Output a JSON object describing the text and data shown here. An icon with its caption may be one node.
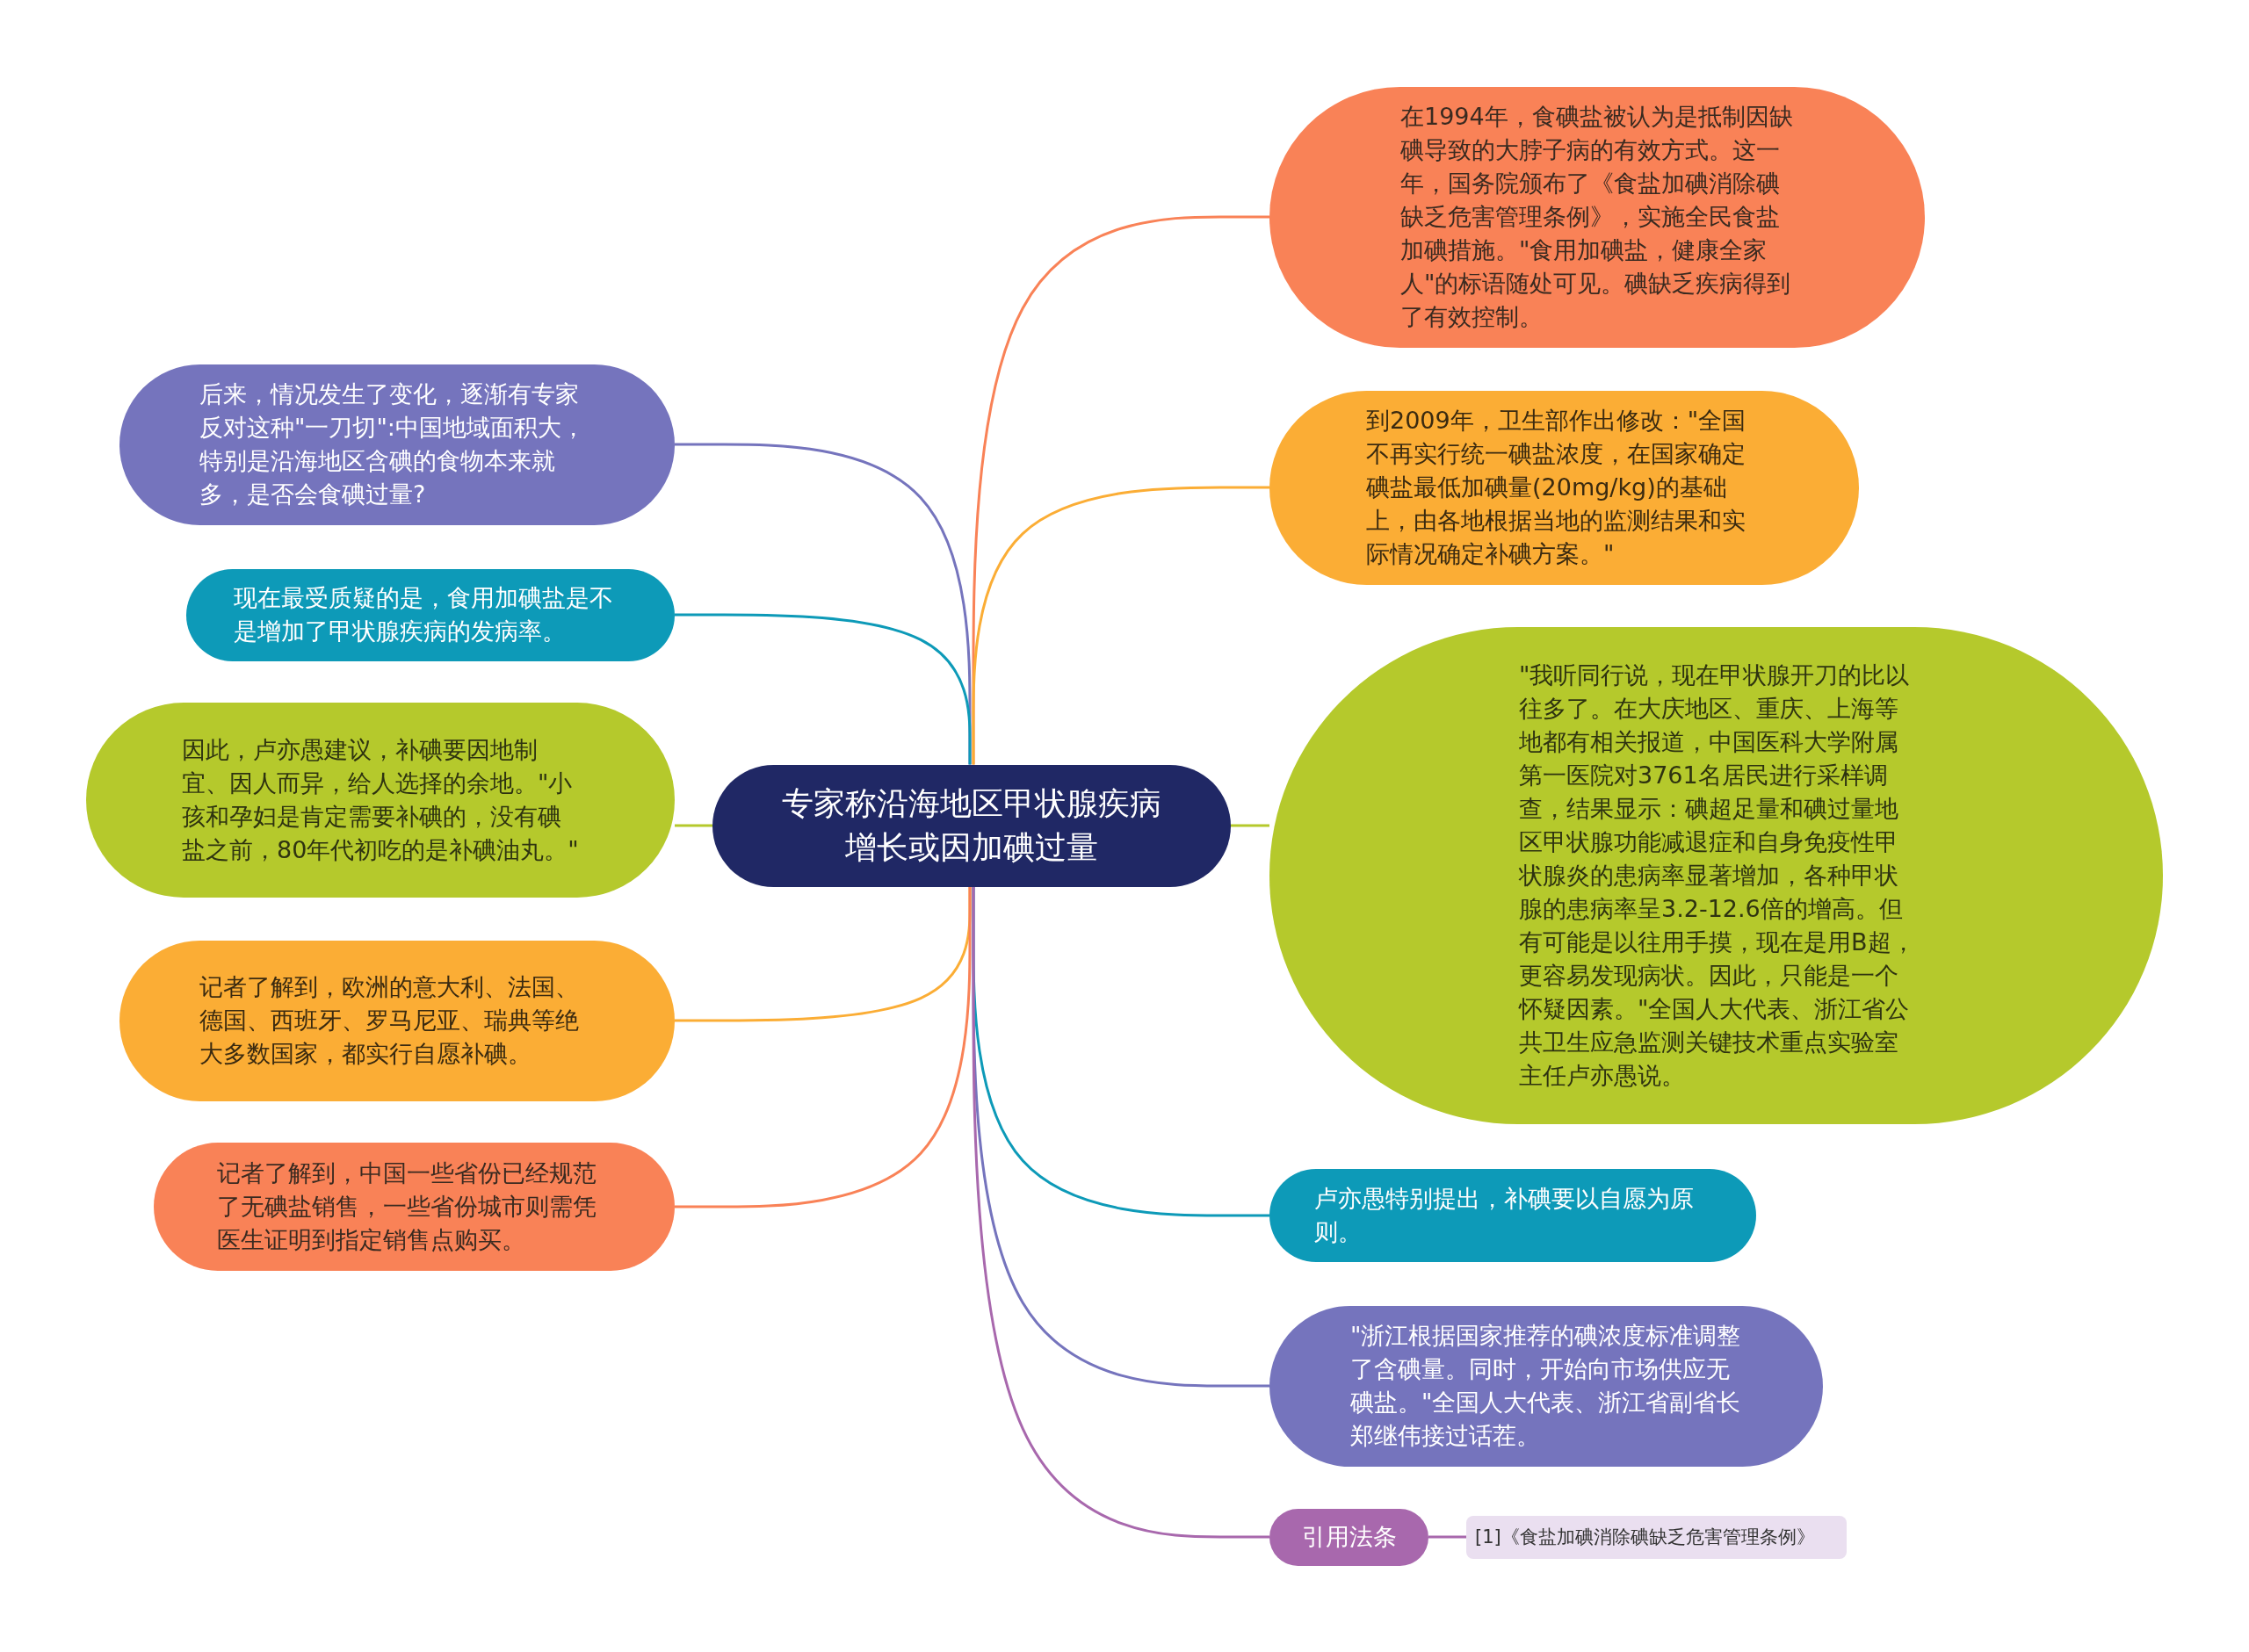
{
  "diagram": {
    "nodes": [
      {
        "text": [
          "专家称沿海地区甲状腺疾病增长或因加碘过量"
        ]
      },
      {
        "text": [
          "在1994年，食碘盐被认为是抵制因缺碘导致的大脖子病的有效方式。这一年，国务院颁布了《食盐加碘消除碘缺乏危害管理条例》，实施全民食盐加碘措施。\"食用加碘盐，健康全家人\"的标语随处可见。碘缺乏疾病得到了有效控制。"
        ]
      },
      {
        "text": [
          "到2009年，卫生部作出修改：\"全国不再实行统一碘盐浓度，在国家确定碘盐最低加碘量(20mg/kg)的基础上，由各地根据当地的监测结果和实际情况确定补碘方案。\""
        ]
      },
      {
        "text": [
          "\"我听同行说，现在甲状腺开刀的比以往多了。在大庆地区、重庆、上海等地都有相关报道，中国医科大学附属第一医院对3761名居民进行采样调查，结果显示：碘超足量和碘过量地区甲状腺功能减退症和自身免疫性甲状腺炎的患病率显著增加，各种甲状腺的患病率呈3.2-12.6倍的增高。但有可能是以往用手摸，现在是用B超，更容易发现病状。因此，只能是一个怀疑因素。\"全国人大代表、浙江省公共卫生应急监测关键技术重点实验室主任卢亦愚说。"
        ]
      },
      {
        "text": [
          "卢亦愚特别提出，补碘要以自愿为原则。"
        ]
      },
      {
        "text": [
          "\"浙江根据国家推荐的碘浓度标准调整了含碘量。同时，开始向市场供应无碘盐。\"全国人大代表、浙江省副省长郑继伟接过话茬。"
        ]
      },
      {
        "text": [
          "引用法条"
        ]
      },
      {
        "text": [
          "[1]《食盐加碘消除碘缺乏危害管理条例》"
        ]
      },
      {
        "text": [
          "后来，情况发生了变化，逐渐有专家反对这种\"一刀切\":中国地域面积大，特别是沿海地区含碘的食物本来就多，是否会食碘过量?"
        ]
      },
      {
        "text": [
          "现在最受质疑的是，食用加碘盐是不是增加了甲状腺疾病的发病率。"
        ]
      },
      {
        "text": [
          "因此，卢亦愚建议，补碘要因地制宜、因人而异，给人选择的余地。\"小孩和孕妇是肯定需要补碘的，没有碘盐之前，80年代初吃的是补碘油丸。\""
        ]
      },
      {
        "text": [
          "记者了解到，欧洲的意大利、法国、德国、西班牙、罗马尼亚、瑞典等绝大多数国家，都实行自愿补碘。"
        ]
      },
      {
        "text": [
          "记者了解到，中国一些省份已经规范了无碘盐销售，一些省份城市则需凭医生证明到指定销售点购买。"
        ]
      }
    ],
    "edges": [
      {
        "from": 0,
        "to": 1,
        "arrow": "none",
        "color": "#f98257"
      },
      {
        "from": 0,
        "to": 2,
        "arrow": "none",
        "color": "#fbad35"
      },
      {
        "from": 0,
        "to": 3,
        "arrow": "none",
        "color": "#b5c92c"
      },
      {
        "from": 0,
        "to": 4,
        "arrow": "none",
        "color": "#0d9ab8"
      },
      {
        "from": 0,
        "to": 5,
        "arrow": "none",
        "color": "#7574bd"
      },
      {
        "from": 0,
        "to": 6,
        "arrow": "none",
        "color": "#a868ad"
      },
      {
        "from": 6,
        "to": 7,
        "arrow": "none",
        "color": "#a868ad"
      },
      {
        "from": 0,
        "to": 8,
        "arrow": "none",
        "color": "#7574bd"
      },
      {
        "from": 0,
        "to": 9,
        "arrow": "none",
        "color": "#0d9ab8"
      },
      {
        "from": 0,
        "to": 10,
        "arrow": "none",
        "color": "#b5c92c"
      },
      {
        "from": 0,
        "to": 11,
        "arrow": "none",
        "color": "#fbad35"
      },
      {
        "from": 0,
        "to": 12,
        "arrow": "none",
        "color": "#f98257"
      }
    ]
  }
}
